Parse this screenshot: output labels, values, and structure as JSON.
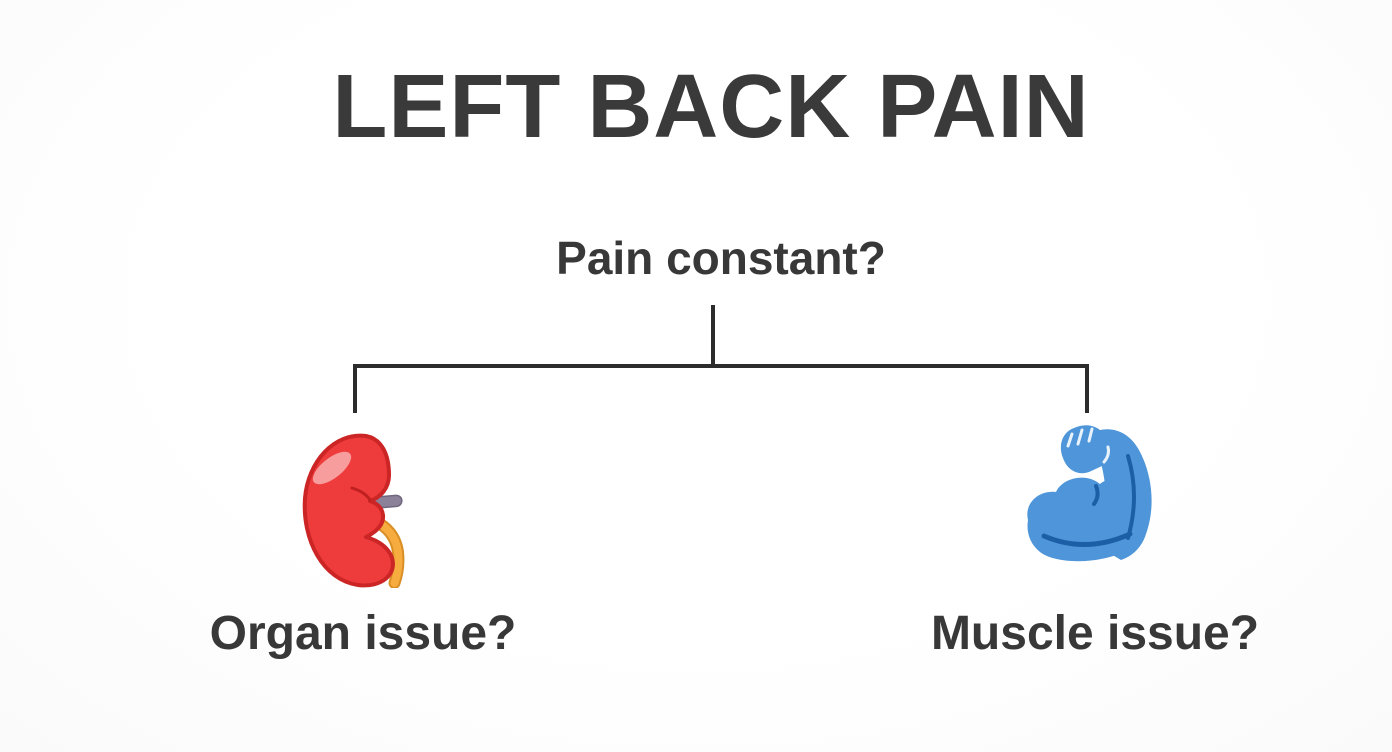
{
  "page": {
    "title": "LEFT BACK PAIN"
  },
  "diagram": {
    "root_question": "Pain constant?",
    "branches": [
      {
        "id": "left",
        "icon": "kidney-icon",
        "label": "Organ issue?"
      },
      {
        "id": "right",
        "icon": "flexed-biceps-icon",
        "label": "Muscle issue?"
      }
    ]
  },
  "colors": {
    "background": "#fdfdfd",
    "text": "#3a3a3a",
    "connector_line": "#2c2c2c",
    "kidney_red": "#ee3b3b",
    "kidney_outline": "#cc2525",
    "ureter_orange": "#f6ac3e",
    "renal_vessel_gray": "#8b8198",
    "muscle_blue": "#4e96d9",
    "muscle_detail_blue": "#1d5fa6"
  }
}
